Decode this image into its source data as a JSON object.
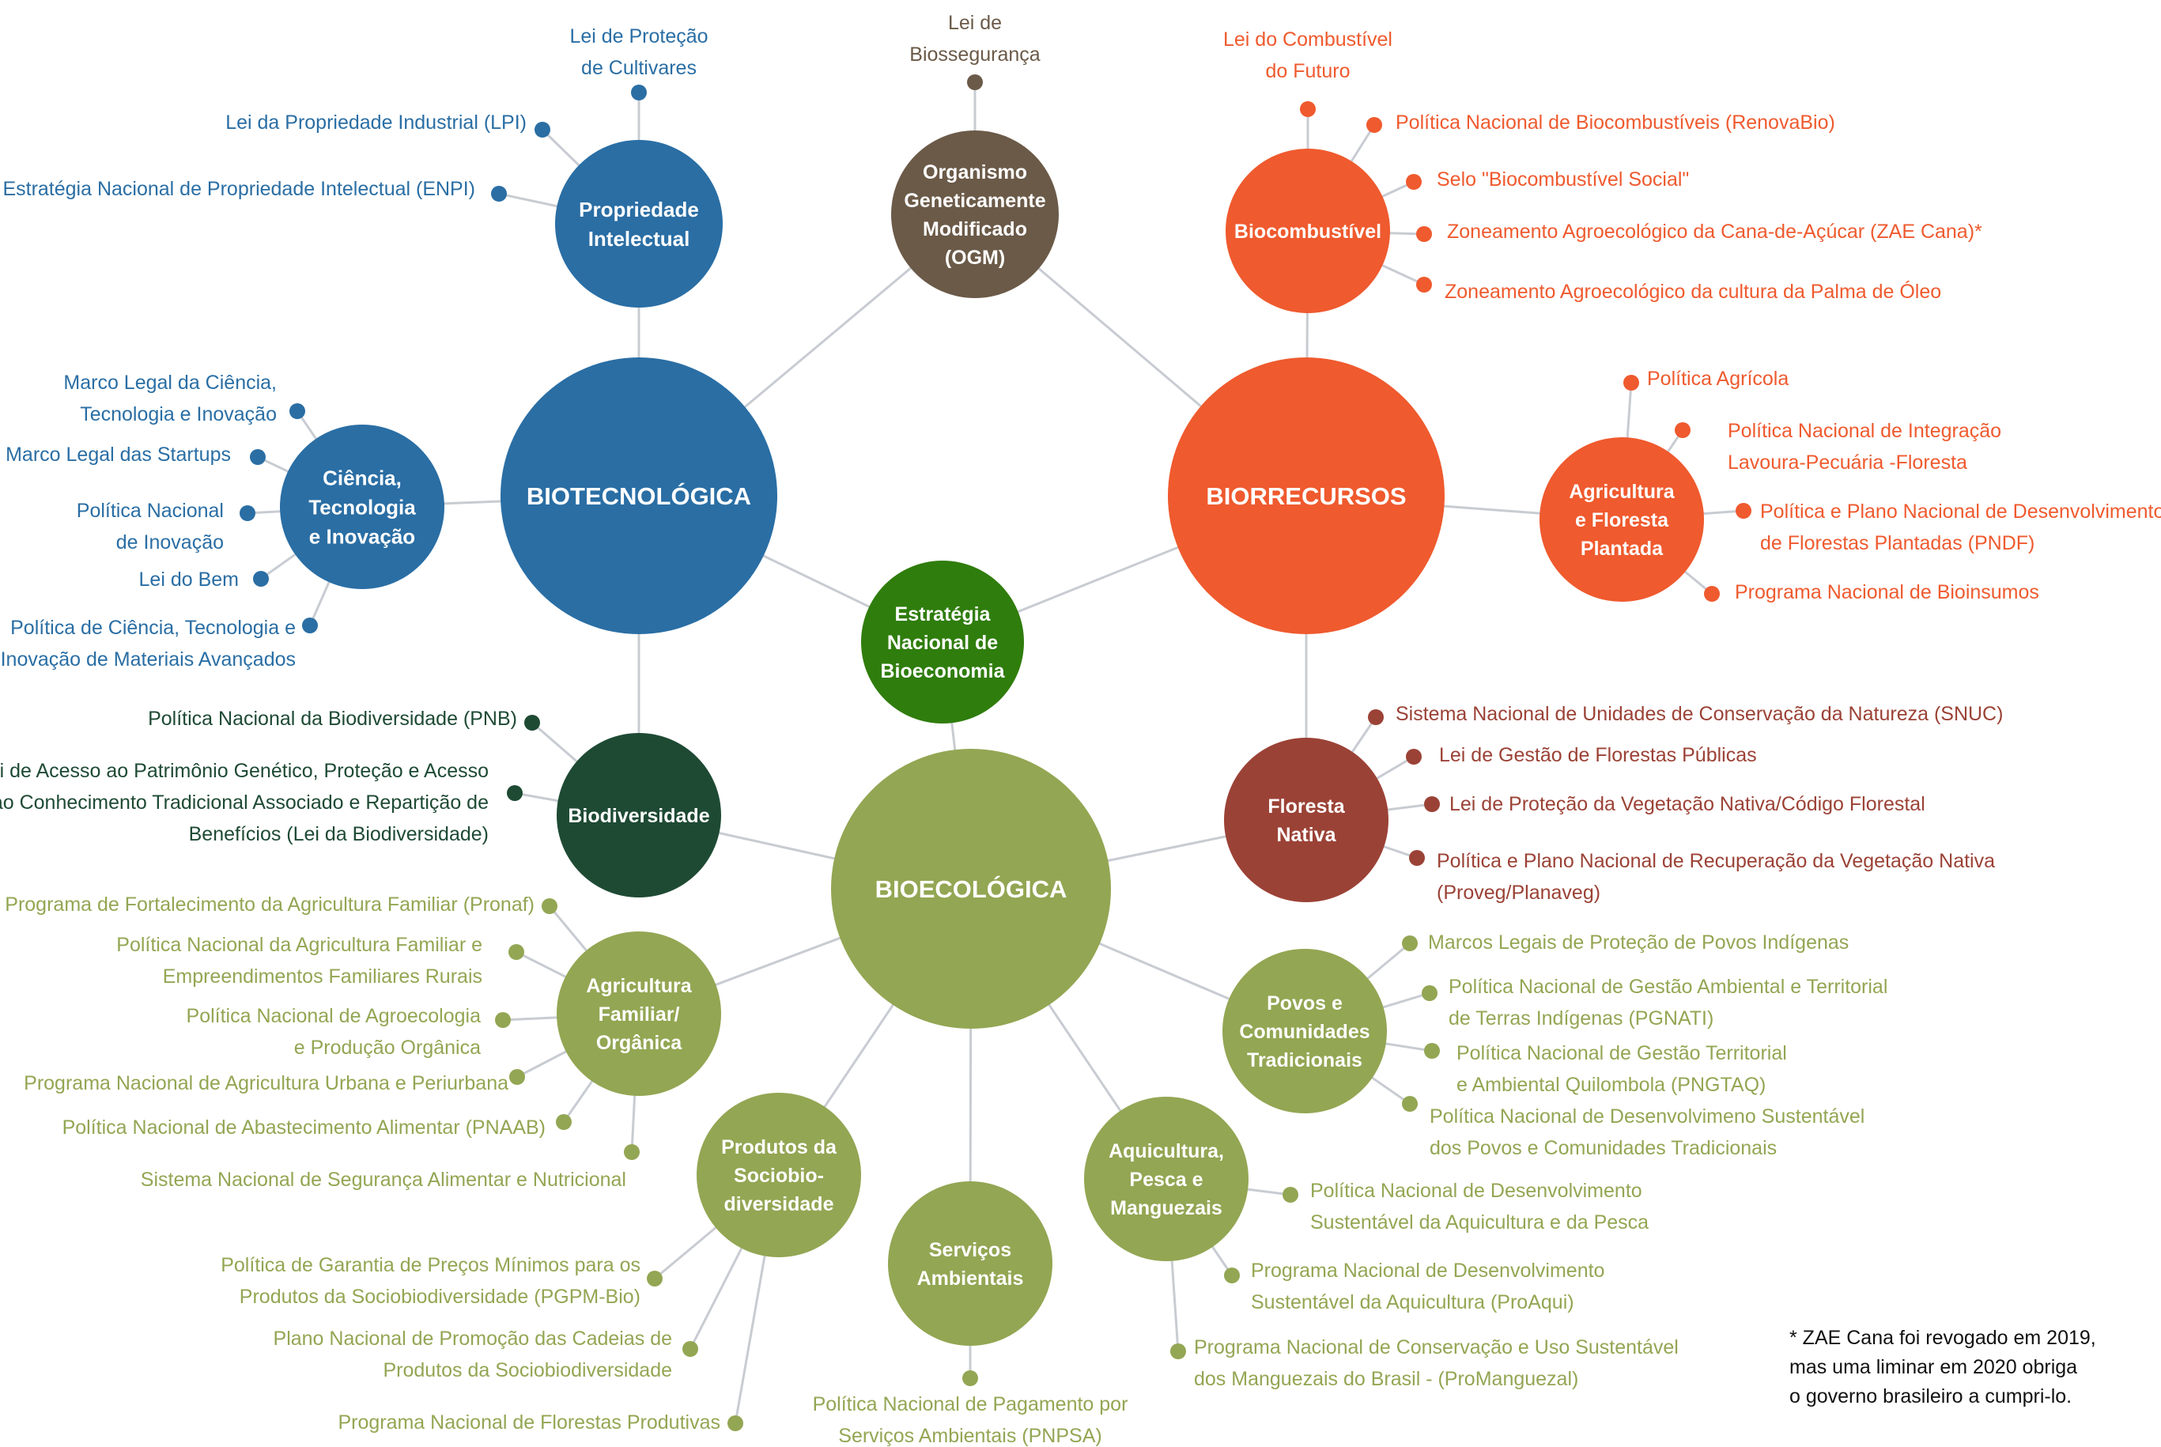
{
  "colors": {
    "blue": "#2a6ea4",
    "brown": "#6b5a48",
    "orange": "#ef5a2e",
    "green": "#2f7d0d",
    "olive": "#93a653",
    "darkgreen": "#1e4a34",
    "darkred": "#9b4236",
    "edge": "#c8ccd2"
  },
  "center": {
    "label": "Estratégia\nNacional de\nBioeconomia"
  },
  "hubs": [
    {
      "id": "biotec",
      "label": "BIOTECNOLÓGICA"
    },
    {
      "id": "biorrec",
      "label": "BIORRECURSOS"
    },
    {
      "id": "bioeco",
      "label": "BIOECOLÓGICA"
    }
  ],
  "subnodes": [
    {
      "id": "pi",
      "label": "Propriedade\nIntelectual"
    },
    {
      "id": "cti",
      "label": "Ciência,\nTecnologia\ne Inovação"
    },
    {
      "id": "ogm",
      "label": "Organismo\nGeneticamente\nModificado\n(OGM)"
    },
    {
      "id": "biocomb",
      "label": "Biocombustível"
    },
    {
      "id": "agri",
      "label": "Agricultura\ne Floresta\nPlantada"
    },
    {
      "id": "floresta",
      "label": "Floresta\nNativa"
    },
    {
      "id": "biodiv",
      "label": "Biodiversidade"
    },
    {
      "id": "agrifam",
      "label": "Agricultura\nFamiliar/\nOrgânica"
    },
    {
      "id": "povos",
      "label": "Povos e\nComunidades\nTradicionais"
    },
    {
      "id": "sociobio",
      "label": "Produtos da\nSociobio-\ndiversidade"
    },
    {
      "id": "servicos",
      "label": "Serviços\nAmbientais"
    },
    {
      "id": "aqui",
      "label": "Aquicultura,\nPesca e\nManguezais"
    }
  ],
  "leaves": {
    "pi": [
      "Lei de Proteção\nde Cultivares",
      "Lei da Propriedade Industrial (LPI)",
      "Estratégia Nacional de Propriedade Intelectual (ENPI)"
    ],
    "cti": [
      "Marco Legal da Ciência,\nTecnologia e Inovação",
      "Marco Legal das Startups",
      "Política Nacional\nde Inovação",
      "Lei do Bem",
      "Política de Ciência, Tecnologia e\nInovação de Materiais Avançados"
    ],
    "ogm": [
      "Lei de\nBiossegurança"
    ],
    "biocomb": [
      "Lei do Combustível\ndo Futuro",
      "Política Nacional de Biocombustíveis (RenovaBio)",
      "Selo \"Biocombustível Social\"",
      "Zoneamento Agroecológico da Cana-de-Açúcar (ZAE Cana)*",
      "Zoneamento Agroecológico da cultura da Palma de Óleo"
    ],
    "agri": [
      "Política Agrícola",
      "Política Nacional de Integração\nLavoura-Pecuária -Floresta",
      "Política e Plano Nacional de Desenvolvimento\nde Florestas Plantadas (PNDF)",
      "Programa Nacional de Bioinsumos"
    ],
    "floresta": [
      "Sistema Nacional de Unidades de Conservação da Natureza (SNUC)",
      "Lei de Gestão de Florestas Públicas",
      "Lei de Proteção da Vegetação Nativa/Código Florestal",
      "Política e Plano Nacional de Recuperação da Vegetação Nativa\n(Proveg/Planaveg)"
    ],
    "biodiv": [
      "Política Nacional da Biodiversidade (PNB)",
      "Lei de Acesso ao Patrimônio Genético, Proteção e Acesso\nao Conhecimento Tradicional Associado e Repartição de\nBenefícios (Lei da Biodiversidade)"
    ],
    "agrifam": [
      "Programa de Fortalecimento da Agricultura Familiar (Pronaf)",
      "Política Nacional da Agricultura Familiar e\nEmpreendimentos Familiares Rurais",
      "Política Nacional de Agroecologia\ne Produção Orgânica",
      "Programa Nacional de Agricultura Urbana e Periurbana",
      "Política Nacional de Abastecimento Alimentar (PNAAB)",
      "Sistema Nacional de Segurança Alimentar e Nutricional"
    ],
    "povos": [
      "Marcos Legais de Proteção de Povos Indígenas",
      "Política Nacional de Gestão Ambiental e Territorial\nde Terras Indígenas (PGNATI)",
      "Política Nacional de Gestão Territorial\ne Ambiental Quilombola (PNGTAQ)",
      "Política Nacional de Desenvolvimeno Sustentável\ndos Povos e Comunidades Tradicionais"
    ],
    "sociobio": [
      "Política de Garantia de Preços Mínimos para os\nProdutos da Sociobiodiversidade (PGPM-Bio)",
      "Plano Nacional de Promoção das Cadeias de\nProdutos da Sociobiodiversidade",
      "Programa Nacional de Florestas Produtivas"
    ],
    "servicos": [
      "Política Nacional de Pagamento por\nServiços Ambientais (PNPSA)"
    ],
    "aqui": [
      "Política Nacional de Desenvolvimento\nSustentável da Aquicultura e da Pesca",
      "Programa Nacional de Desenvolvimento\nSustentável da Aquicultura (ProAqui)",
      "Programa Nacional de Conservação e Uso Sustentável\ndos Manguezais do Brasil - (ProManguezal)"
    ]
  },
  "footnote": "* ZAE Cana  foi revogado em 2019,\nmas uma liminar em 2020 obriga\no governo brasileiro a cumpri-lo."
}
